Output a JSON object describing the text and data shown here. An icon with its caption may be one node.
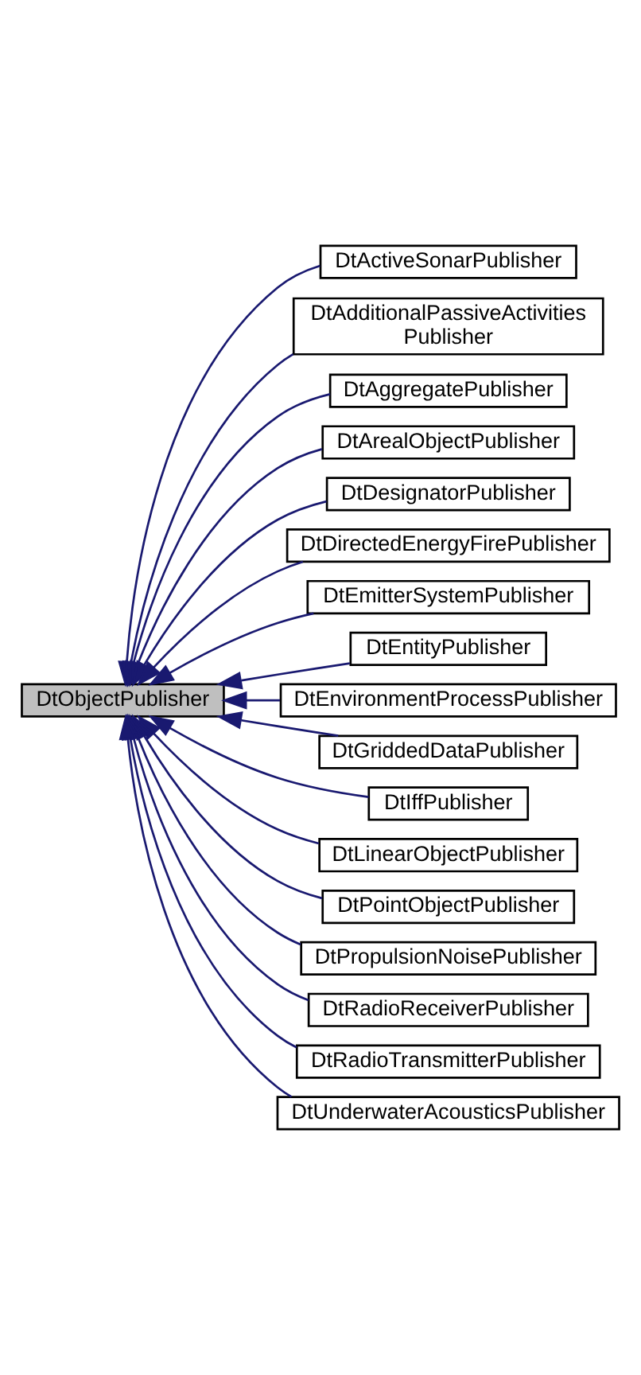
{
  "diagram": {
    "nodes": [
      {
        "text": [
          "DtObjectPublisher"
        ]
      },
      {
        "text": [
          "DtActiveSonarPublisher"
        ]
      },
      {
        "text": [
          "DtAdditionalPassiveActivities Publisher"
        ]
      },
      {
        "text": [
          "DtAggregatePublisher"
        ]
      },
      {
        "text": [
          "DtArealObjectPublisher"
        ]
      },
      {
        "text": [
          "DtDesignatorPublisher"
        ]
      },
      {
        "text": [
          "DtDirectedEnergyFirePublisher"
        ]
      },
      {
        "text": [
          "DtEmitterSystemPublisher"
        ]
      },
      {
        "text": [
          "DtEntityPublisher"
        ]
      },
      {
        "text": [
          "DtEnvironmentProcessPublisher"
        ]
      },
      {
        "text": [
          "DtGriddedDataPublisher"
        ]
      },
      {
        "text": [
          "DtIffPublisher"
        ]
      },
      {
        "text": [
          "DtLinearObjectPublisher"
        ]
      },
      {
        "text": [
          "DtPointObjectPublisher"
        ]
      },
      {
        "text": [
          "DtPropulsionNoisePublisher"
        ]
      },
      {
        "text": [
          "DtRadioReceiverPublisher"
        ]
      },
      {
        "text": [
          "DtRadioTransmitterPublisher"
        ]
      },
      {
        "text": [
          "DtUnderwaterAcousticsPublisher"
        ]
      }
    ],
    "edges": [
      {
        "from": 1,
        "to": 0,
        "arrow": "to"
      },
      {
        "from": 2,
        "to": 0,
        "arrow": "to"
      },
      {
        "from": 3,
        "to": 0,
        "arrow": "to"
      },
      {
        "from": 4,
        "to": 0,
        "arrow": "to"
      },
      {
        "from": 5,
        "to": 0,
        "arrow": "to"
      },
      {
        "from": 6,
        "to": 0,
        "arrow": "to"
      },
      {
        "from": 7,
        "to": 0,
        "arrow": "to"
      },
      {
        "from": 8,
        "to": 0,
        "arrow": "to"
      },
      {
        "from": 9,
        "to": 0,
        "arrow": "to"
      },
      {
        "from": 10,
        "to": 0,
        "arrow": "to"
      },
      {
        "from": 11,
        "to": 0,
        "arrow": "to"
      },
      {
        "from": 12,
        "to": 0,
        "arrow": "to"
      },
      {
        "from": 13,
        "to": 0,
        "arrow": "to"
      },
      {
        "from": 14,
        "to": 0,
        "arrow": "to"
      },
      {
        "from": 15,
        "to": 0,
        "arrow": "to"
      },
      {
        "from": 16,
        "to": 0,
        "arrow": "to"
      },
      {
        "from": 17,
        "to": 0,
        "arrow": "to"
      }
    ]
  }
}
